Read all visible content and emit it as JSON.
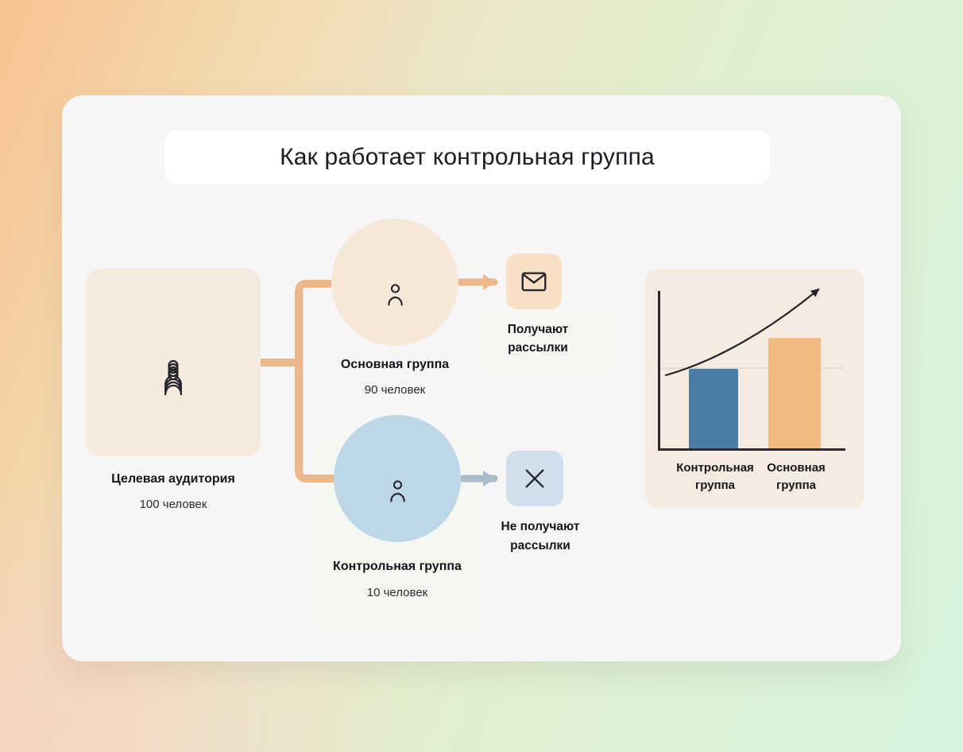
{
  "title": "Как работает контрольная группа",
  "audience": {
    "label": "Целевая аудитория",
    "count": "100 человек",
    "icon_rows": [
      3,
      4,
      4,
      3
    ]
  },
  "branches": {
    "main": {
      "label": "Основная группа",
      "count": "90 человек",
      "outcome": "Получают рассылки",
      "outcome_icon": "envelope-icon",
      "icon_rows": [
        3,
        3,
        3,
        1
      ]
    },
    "control": {
      "label": "Контрольная группа",
      "count": "10 человек",
      "outcome": "Не получают рассылки",
      "outcome_icon": "cross-icon",
      "icon_rows": [
        1,
        3,
        3,
        1
      ]
    }
  },
  "chart_data": {
    "type": "bar",
    "title": "",
    "xlabel": "",
    "ylabel": "",
    "categories": [
      "Контрольная группа",
      "Основная группа"
    ],
    "values_relative_pct": [
      51,
      71
    ],
    "colors": [
      "#4d7ca6",
      "#f0ba81"
    ],
    "axes": "unlabeled L-shaped axes, no tick values",
    "annotation": "upward curved trend arrow above bars"
  },
  "icons": {
    "people": "person-icon",
    "main_outcome": "envelope-icon",
    "control_outcome": "cross-icon",
    "chart_annotation": "trend-arrow-icon"
  },
  "colors": {
    "connector_orange": "#ecb88b",
    "connector_gray": "#a9bdca",
    "audience_box": "#f6e9de",
    "main_circle": "#f5e8d9",
    "control_circle": "#bdd7e7",
    "envelope_box": "#f7e0c4",
    "cross_box": "#cfe0ec",
    "bar_blue": "#4d7ca6",
    "bar_orange": "#f0ba81"
  }
}
